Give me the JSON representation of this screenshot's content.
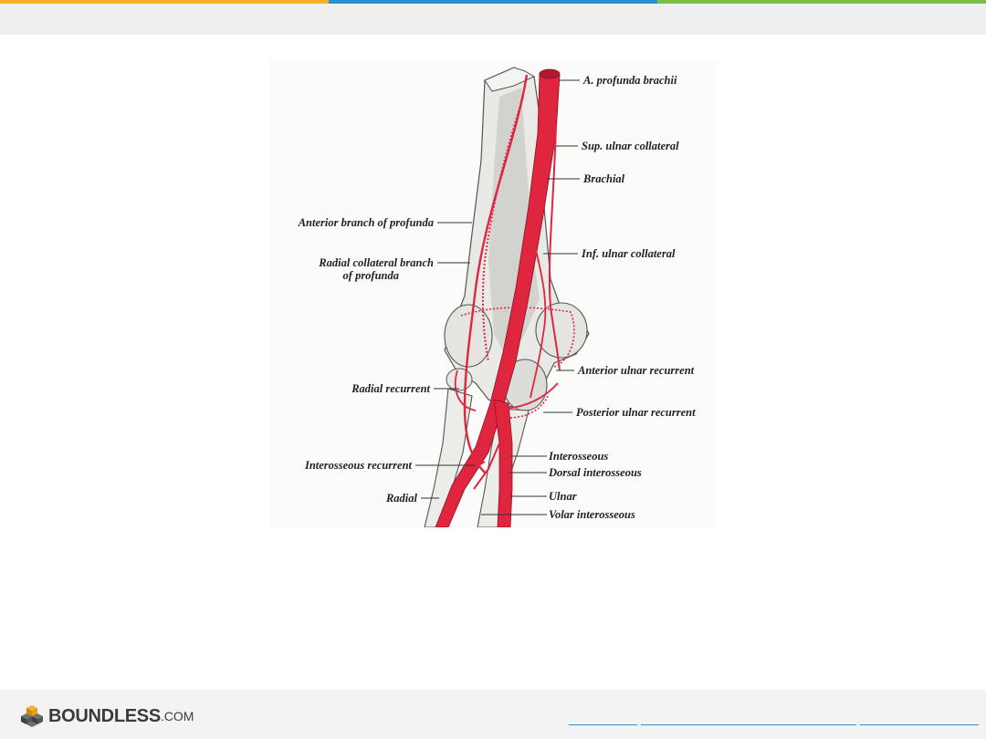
{
  "theme": {
    "stripe_colors": [
      "#f7b12b",
      "#2a8fcf",
      "#7cbd43"
    ],
    "artery_color": "#e0263e",
    "link_color": "#2a8fcf"
  },
  "figure": {
    "labels": {
      "a_profunda_brachii": "A. profunda brachii",
      "sup_ulnar_collateral": "Sup. ulnar collateral",
      "brachial": "Brachial",
      "anterior_branch_of_profunda": "Anterior branch of profunda",
      "radial_collateral_line1": "Radial collateral branch",
      "radial_collateral_line2": "of profunda",
      "inf_ulnar_collateral": "Inf. ulnar collateral",
      "anterior_ulnar_recurrent": "Anterior ulnar recurrent",
      "radial_recurrent": "Radial recurrent",
      "posterior_ulnar_recurrent": "Posterior ulnar recurrent",
      "interosseous": "Interosseous",
      "interosseous_recurrent": "Interosseous recurrent",
      "dorsal_interosseous": "Dorsal interosseous",
      "radial": "Radial",
      "ulnar": "Ulnar",
      "volar_interosseous": "Volar interosseous"
    }
  },
  "footer": {
    "logo_text": "BOUNDLESS",
    "logo_suffix": ".COM",
    "logo_icon": "cube-stack-icon"
  }
}
